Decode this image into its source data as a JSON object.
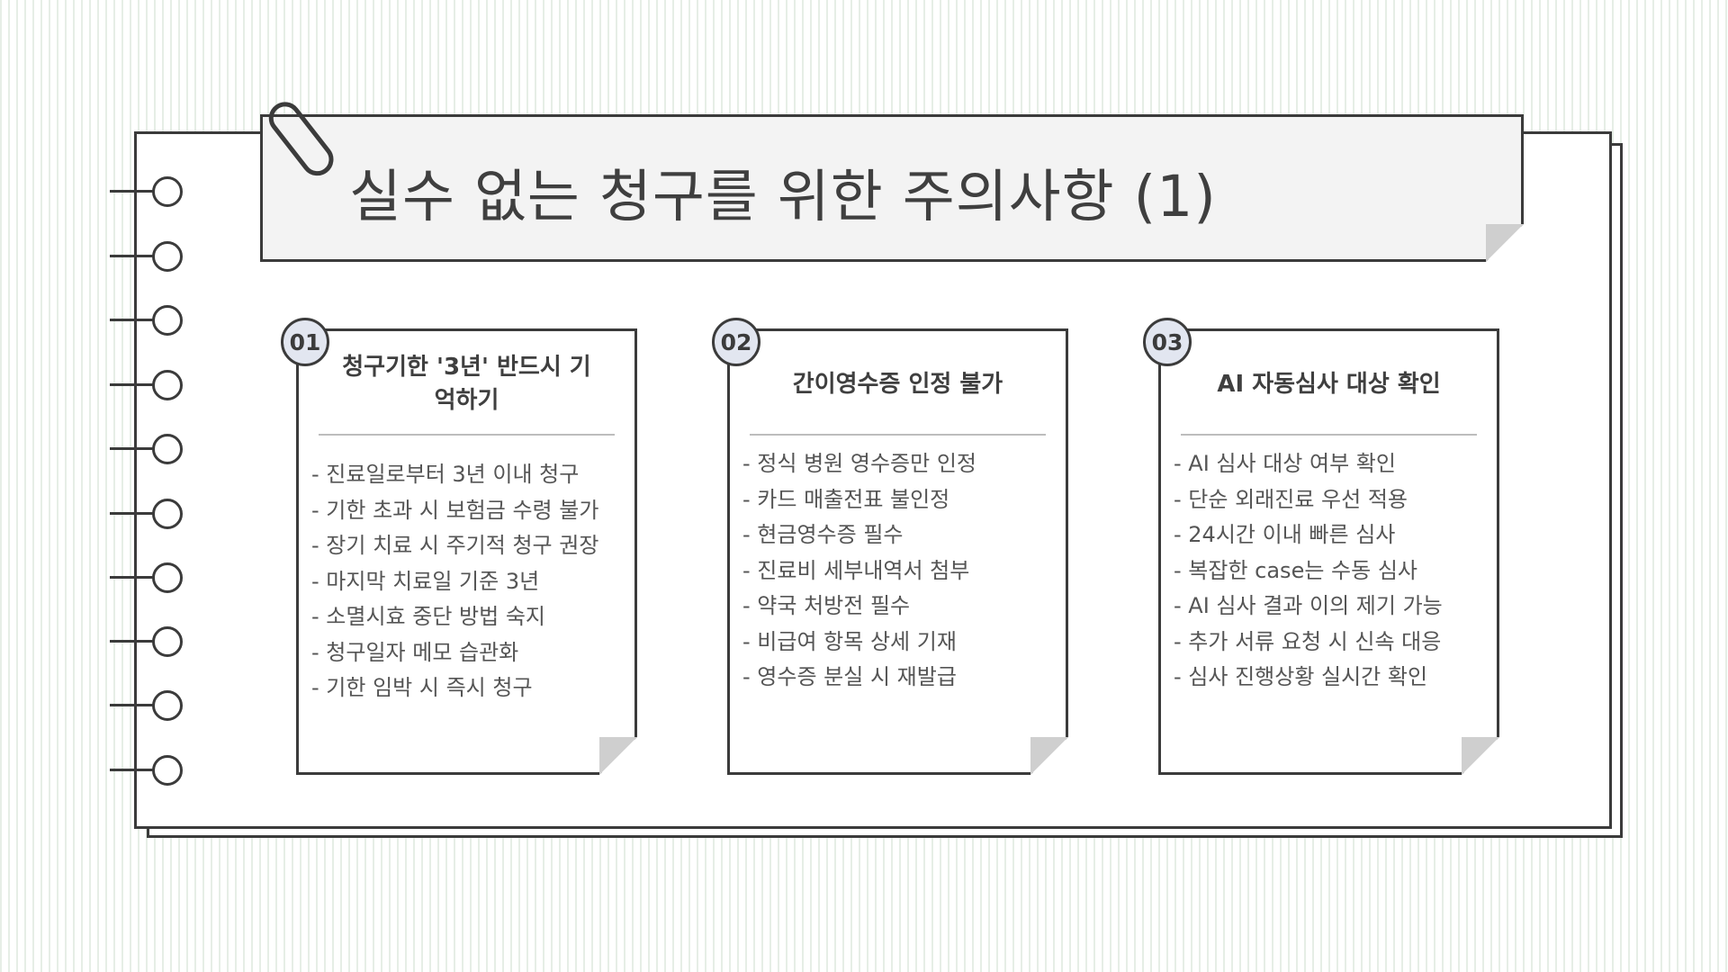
{
  "title": "실수 없는 청구를 위한 주의사항 (1)",
  "cards": [
    {
      "number": "01",
      "title": "청구기한 '3년' 반드시 기억하기",
      "items": [
        "- 진료일로부터 3년 이내 청구",
        "- 기한 초과 시 보험금 수령 불가",
        "- 장기 치료 시 주기적 청구 권장",
        "- 마지막 치료일 기준 3년",
        "- 소멸시효 중단 방법 숙지",
        "- 청구일자 메모 습관화",
        "- 기한 임박 시 즉시 청구"
      ]
    },
    {
      "number": "02",
      "title": "간이영수증 인정 불가",
      "items": [
        "- 정식 병원 영수증만 인정",
        "- 카드 매출전표 불인정",
        "- 현금영수증 필수",
        "- 진료비 세부내역서 첨부",
        "- 약국 처방전 필수",
        "- 비급여 항목 상세 기재",
        "- 영수증 분실 시 재발급"
      ]
    },
    {
      "number": "03",
      "title": "AI 자동심사 대상 확인",
      "items": [
        "- AI 심사 대상 여부 확인",
        "- 단순 외래진료 우선 적용",
        "- 24시간 이내 빠른 심사",
        "- 복잡한 case는 수동 심사",
        "- AI 심사 결과 이의 제기 가능",
        "- 추가 서류 요청 시 신속 대응",
        "- 심사 진행상황 실시간 확인"
      ]
    }
  ],
  "icons": {
    "clip": "paperclip-icon",
    "ring": "spiral-ring-icon"
  },
  "colors": {
    "outline": "#3b3b3b",
    "banner_fill": "#f3f3f3",
    "badge_fill": "#e2e6f0",
    "fold_fill": "#cfcfcf",
    "background_stripe": "#e6eee6"
  }
}
